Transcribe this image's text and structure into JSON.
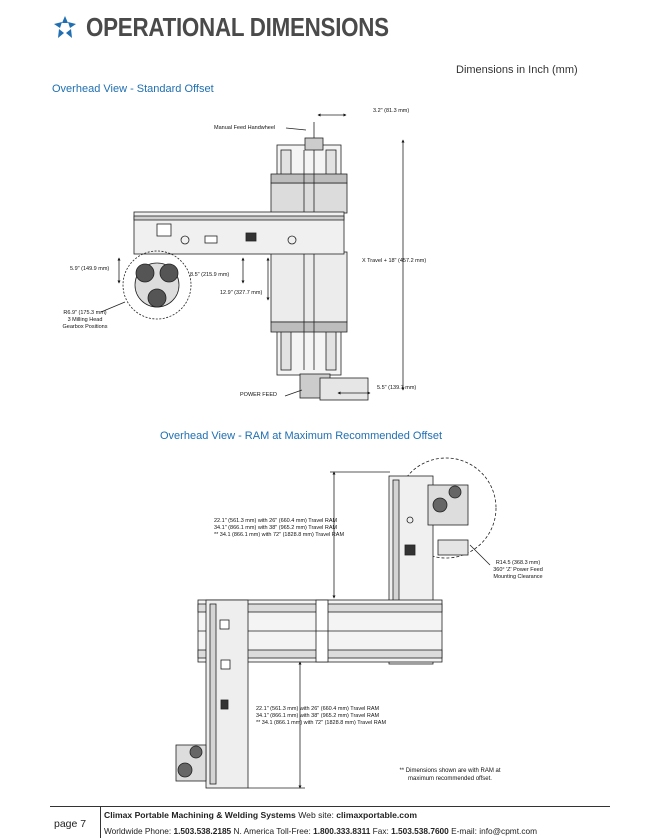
{
  "header": {
    "title": "OPERATIONAL DIMENSIONS",
    "logo_icon": "climax-star-logo",
    "units_note": "Dimensions in Inch (mm)"
  },
  "diagram1": {
    "caption": "Overhead View - Standard Offset",
    "labels": {
      "top_dim": "3.2\" (81.3 mm)",
      "handwheel": "Manual Feed Handwheel",
      "x_travel": "X Travel + 18\" (457.2 mm)",
      "left_dim": "5.9\" (149.9 mm)",
      "dim_85": "8.5\" (215.9 mm)",
      "dim_129": "12.9\" (327.7 mm)",
      "radius_line1": "R6.9\" (175.3 mm)",
      "radius_line2": "3 Milling Head",
      "radius_line3": "Gearbox Positions",
      "power_feed": "POWER FEED",
      "bottom_dim": "5.5\" (139.7 mm)"
    }
  },
  "diagram2": {
    "caption": "Overhead View - RAM at Maximum Recommended Offset",
    "labels": {
      "top_block_1": "22.1\" (561.3 mm) with 26\" (660.4 mm) Travel RAM",
      "top_block_2": "34.1\" (866.1 mm) with 38\" (965.2 mm) Travel RAM",
      "top_block_3": "** 34.1 (866.1 mm) with 72\" (1828.8 mm) Travel RAM",
      "radius_1": "R14.5 (368.3 mm)",
      "radius_2": "360° 'Z' Power Feed",
      "radius_3": "Mounting Clearance",
      "bot_block_1": "22.1\" (561.3 mm) with 26\" (660.4 mm) Travel RAM",
      "bot_block_2": "34.1\" (866.1 mm) with 38\" (965.2 mm) Travel RAM",
      "bot_block_3": "** 34.1 (866.1 mm) with 72\" (1828.8 mm) Travel RAM",
      "note_1": "**  Dimensions shown are with RAM at",
      "note_2": "maximum recommended offset."
    }
  },
  "footer": {
    "page": "page 7",
    "company": "Climax Portable Machining & Welding Systems",
    "website_label": "Web site:",
    "website": "climaxportable.com",
    "phone_label": "Worldwide Phone:",
    "phone": "1.503.538.2185",
    "tollfree_label": "N. America Toll-Free:",
    "tollfree": "1.800.333.8311",
    "fax_label": "Fax:",
    "fax": "1.503.538.7600",
    "email_label": "E-mail:",
    "email": "info@cpmt.com"
  }
}
